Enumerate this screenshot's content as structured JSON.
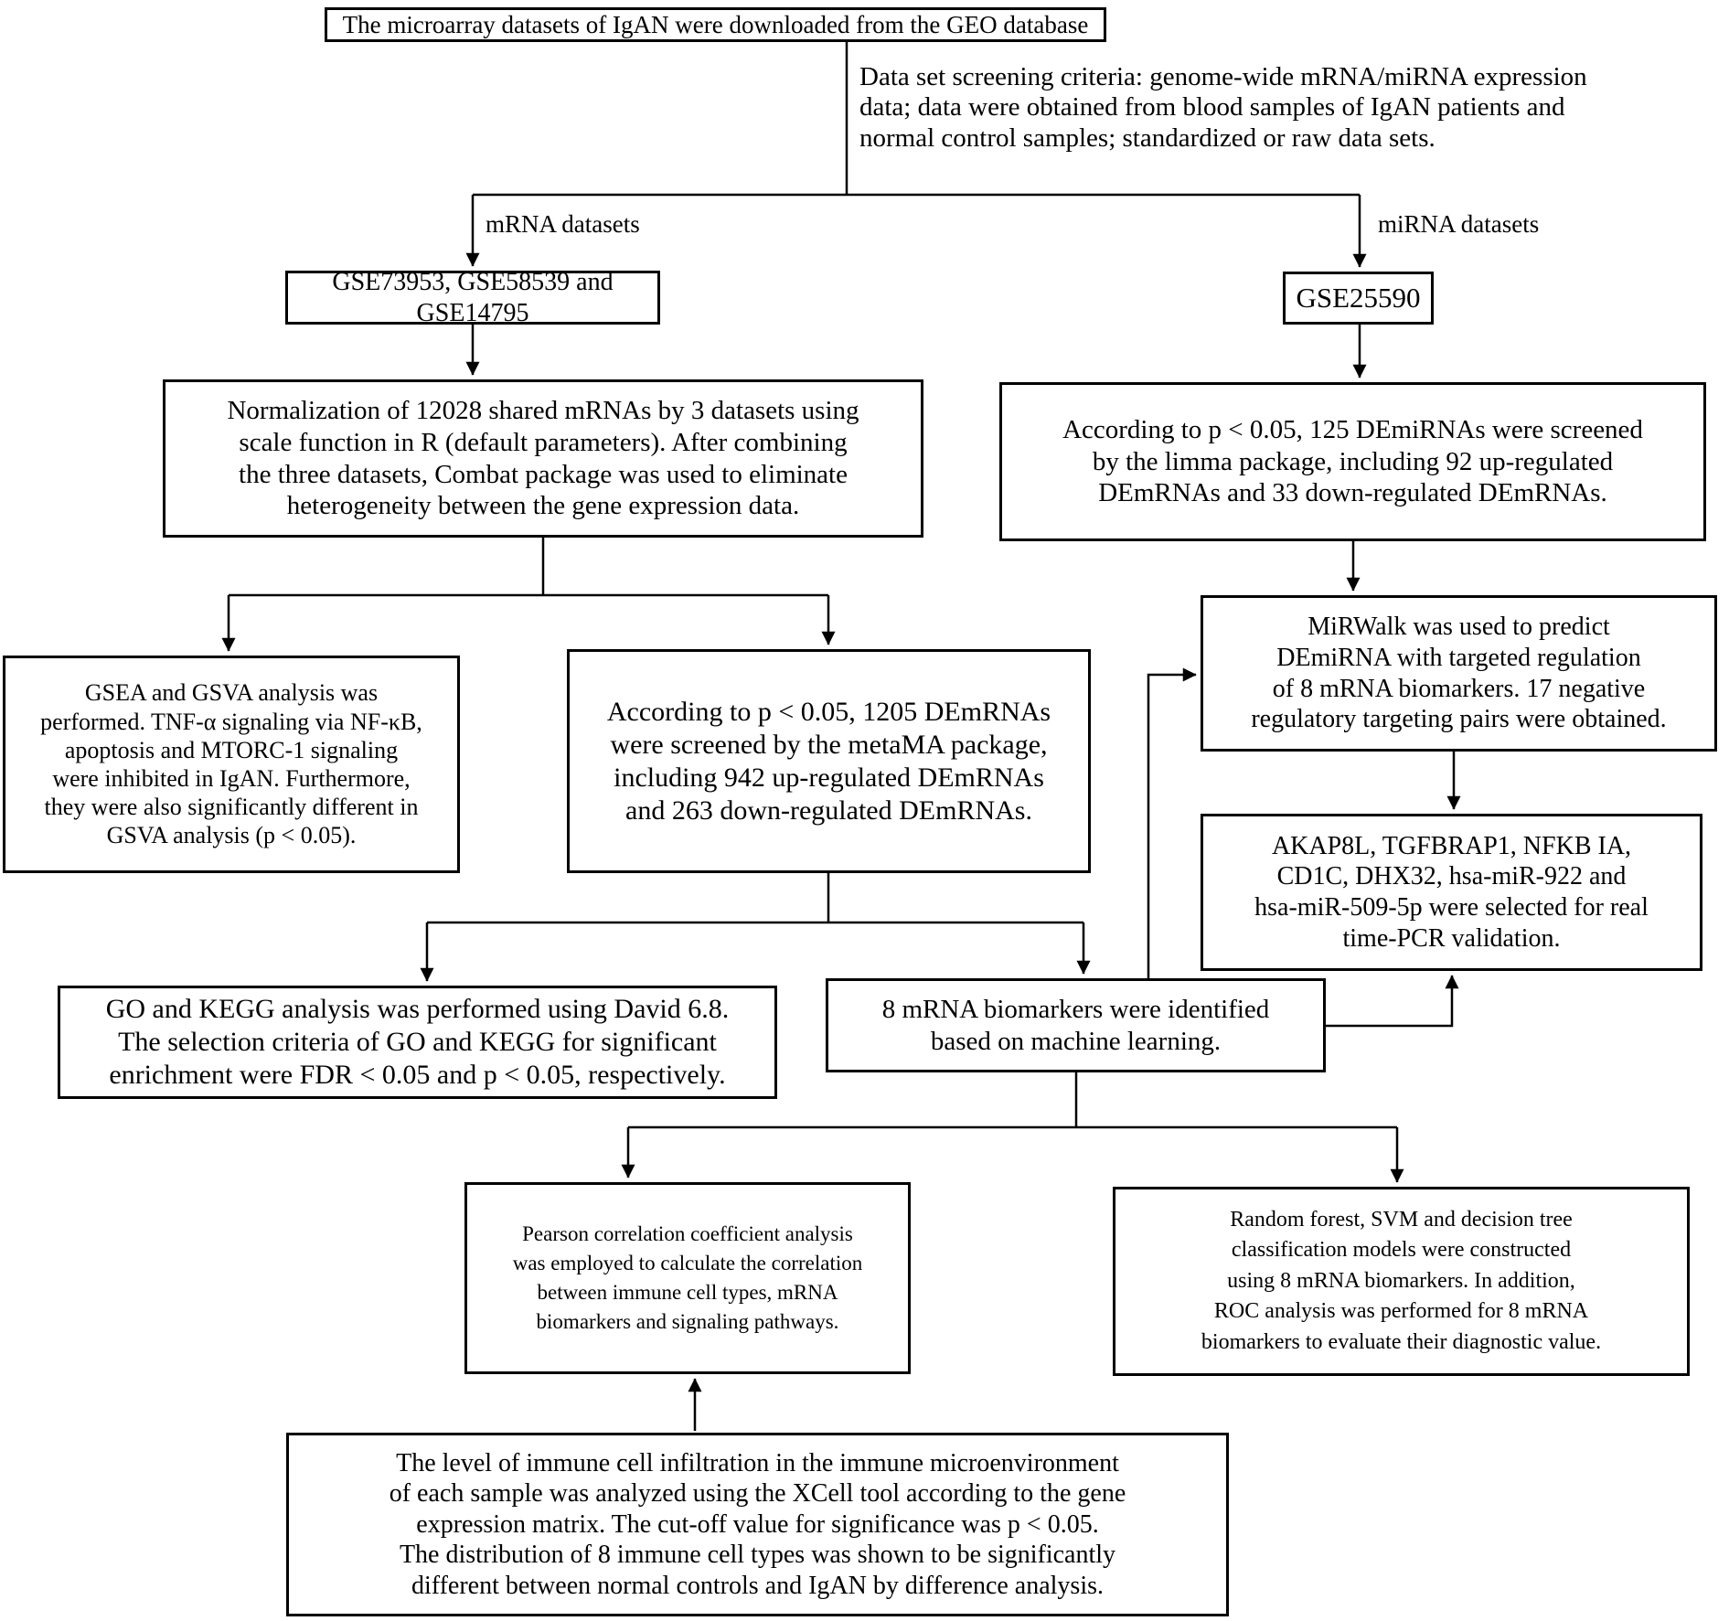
{
  "title_box": "The microarray datasets of IgAN were downloaded from the GEO database",
  "screening_note": "Data set screening criteria: genome-wide mRNA/miRNA expression\ndata; data were obtained from blood samples of IgAN patients and\nnormal control samples; standardized or raw data sets.",
  "branch_labels": {
    "mrna": "mRNA datasets",
    "mirna": "miRNA datasets"
  },
  "boxes": {
    "mrna_datasets": "GSE73953, GSE58539 and GSE14795",
    "mirna_dataset": "GSE25590",
    "normalization": "Normalization of 12028 shared mRNAs by 3 datasets using\nscale function in R (default parameters). After combining\nthe three datasets, Combat package was used to eliminate\nheterogeneity between the gene expression data.",
    "demirna_screen": "According to p < 0.05, 125 DEmiRNAs were screened\nby the limma package, including 92 up-regulated\nDEmRNAs and 33 down-regulated DEmRNAs.",
    "mirwalk": "MiRWalk was used to predict\nDEmiRNA with targeted regulation\nof 8 mRNA biomarkers. 17 negative\nregulatory targeting pairs were obtained.",
    "validation": "AKAP8L, TGFBRAP1, NFKB IA,\nCD1C, DHX32, hsa-miR-922 and\nhsa-miR-509-5p were selected for real\ntime-PCR validation.",
    "gsea_gsva": "GSEA and GSVA analysis was\nperformed. TNF-α signaling via NF-κB,\napoptosis and MTORC-1 signaling\nwere inhibited in IgAN. Furthermore,\nthey were also significantly different in\nGSVA analysis (p < 0.05).",
    "demrna_screen": "According to p < 0.05, 1205 DEmRNAs\nwere screened by the metaMA package,\nincluding 942 up-regulated DEmRNAs\nand 263 down-regulated DEmRNAs.",
    "go_kegg": "GO and KEGG analysis was performed using David 6.8.\nThe selection criteria of GO and KEGG for significant\nenrichment were FDR < 0.05 and p < 0.05, respectively.",
    "biomarkers": "8 mRNA biomarkers were identified\nbased on machine learning.",
    "pearson": "Pearson correlation coefficient analysis\nwas employed to calculate the correlation\nbetween immune cell types, mRNA\nbiomarkers and signaling pathways.",
    "ml_models": "Random forest, SVM and decision tree\nclassification models were constructed\nusing 8 mRNA biomarkers. In addition,\nROC analysis was performed for 8 mRNA\nbiomarkers to evaluate their diagnostic value.",
    "xcell": "The level of immune cell infiltration in the immune microenvironment\nof each sample was analyzed using the XCell tool according to the gene\nexpression matrix. The cut-off value for significance was p < 0.05.\nThe distribution of 8 immune cell types was shown to be significantly\ndifferent between normal controls and IgAN by difference analysis."
  }
}
